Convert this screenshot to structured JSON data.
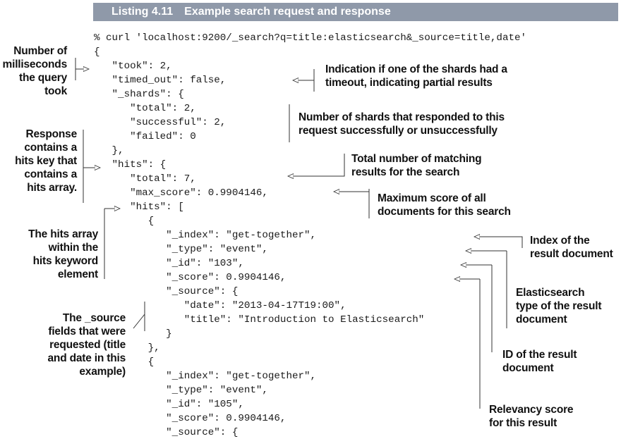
{
  "listing": {
    "number": "Listing 4.11",
    "title": "Example search request and response"
  },
  "code_lines": [
    "% curl 'localhost:9200/_search?q=title:elasticsearch&_source=title,date'",
    "{",
    "   \"took\": 2,",
    "   \"timed_out\": false,",
    "   \"_shards\": {",
    "      \"total\": 2,",
    "      \"successful\": 2,",
    "      \"failed\": 0",
    "   },",
    "   \"hits\": {",
    "      \"total\": 7,",
    "      \"max_score\": 0.9904146,",
    "      \"hits\": [",
    "         {",
    "            \"_index\": \"get-together\",",
    "            \"_type\": \"event\",",
    "            \"_id\": \"103\",",
    "            \"_score\": 0.9904146,",
    "            \"_source\": {",
    "               \"date\": \"2013-04-17T19:00\",",
    "               \"title\": \"Introduction to Elasticsearch\"",
    "            }",
    "         },",
    "         {",
    "            \"_index\": \"get-together\",",
    "            \"_type\": \"event\",",
    "            \"_id\": \"105\",",
    "            \"_score\": 0.9904146,",
    "            \"_source\": {"
  ],
  "annotations": {
    "took": [
      "Number of",
      "milliseconds",
      "the query",
      "took"
    ],
    "timed_out": [
      "Indication if one of the shards had a",
      "timeout, indicating partial results"
    ],
    "shards": [
      "Number of shards that responded to this",
      "request successfully or unsuccessfully"
    ],
    "hits_key": [
      "Response",
      "contains a",
      "hits key that",
      "contains a",
      "hits array."
    ],
    "total": [
      "Total number of matching",
      "results for the search"
    ],
    "max_score": [
      "Maximum score of all",
      "documents for this search"
    ],
    "hits_array": [
      "The hits array",
      "within the",
      "hits keyword",
      "element"
    ],
    "index": [
      "Index of the",
      "result document"
    ],
    "type": [
      "Elasticsearch",
      "type of the result",
      "document"
    ],
    "id": [
      "ID of the result",
      "document"
    ],
    "score": [
      "Relevancy score",
      "for this result"
    ],
    "source": [
      "The _source",
      "fields that were",
      "requested (title",
      "and date in this",
      "example)"
    ]
  },
  "colors": {
    "header_bg": "#8f99a9",
    "header_text": "#ffffff",
    "code_text": "#1a1a1a",
    "annotation_text": "#111111",
    "callout_line": "#333333"
  }
}
